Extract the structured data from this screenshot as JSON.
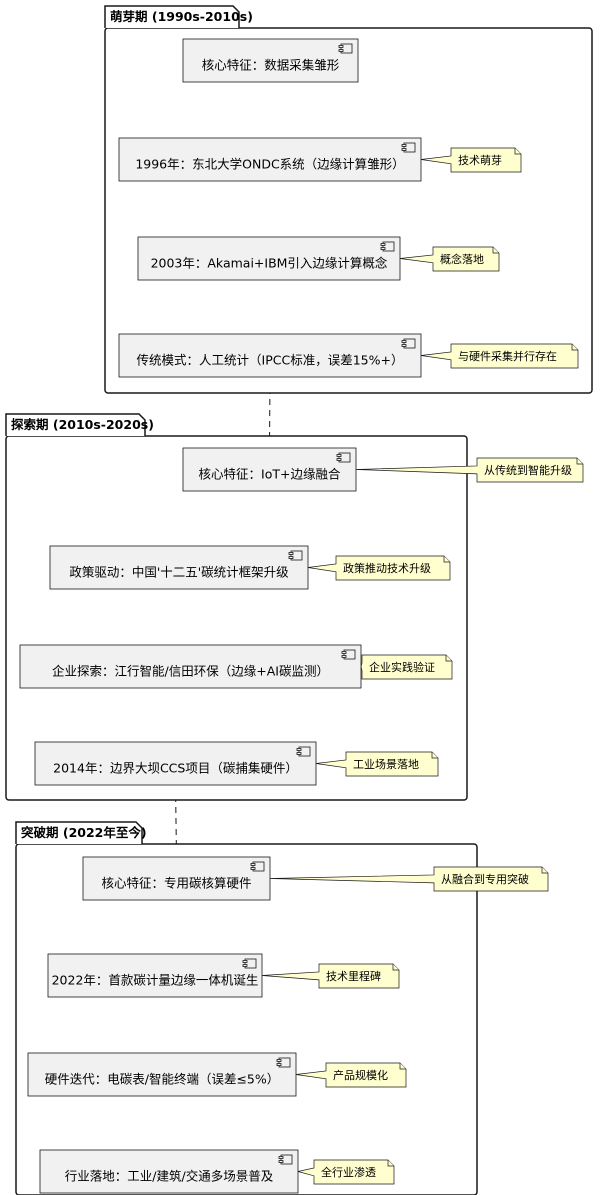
{
  "packages": [
    {
      "id": "sprout",
      "label": "萌芽期 (1990s-2010s)",
      "components": [
        {
          "id": "s1",
          "label": "核心特征：数据采集雏形",
          "note": ""
        },
        {
          "id": "s2",
          "label": "1996年：东北大学ONDC系统（边缘计算雏形）",
          "note": "技术萌芽"
        },
        {
          "id": "s3",
          "label": "2003年：Akamai+IBM引入边缘计算概念",
          "note": "概念落地"
        },
        {
          "id": "s4",
          "label": "传统模式：人工统计（IPCC标准，误差15%+）",
          "note": "与硬件采集并行存在"
        }
      ]
    },
    {
      "id": "explore",
      "label": "探索期 (2010s-2020s)",
      "components": [
        {
          "id": "e1",
          "label": "核心特征：IoT+边缘融合",
          "note": "从传统到智能升级"
        },
        {
          "id": "e2",
          "label": "政策驱动：中国'十二五'碳统计框架升级",
          "note": "政策推动技术升级"
        },
        {
          "id": "e3",
          "label": "企业探索：江行智能/信田环保（边缘+AI碳监测）",
          "note": "企业实践验证"
        },
        {
          "id": "e4",
          "label": "2014年：边界大坝CCS项目（碳捕集硬件）",
          "note": "工业场景落地"
        }
      ]
    },
    {
      "id": "breakthrough",
      "label": "突破期 (2022年至今)",
      "components": [
        {
          "id": "b1",
          "label": "核心特征：专用碳核算硬件",
          "note": "从融合到专用突破"
        },
        {
          "id": "b2",
          "label": "2022年：首款碳计量边缘一体机诞生",
          "note": "技术里程碑"
        },
        {
          "id": "b3",
          "label": "硬件迭代：电碳表/智能终端（误差≤5%）",
          "note": "产品规模化"
        },
        {
          "id": "b4",
          "label": "行业落地：工业/建筑/交通多场景普及",
          "note": "全行业渗透"
        }
      ]
    }
  ]
}
